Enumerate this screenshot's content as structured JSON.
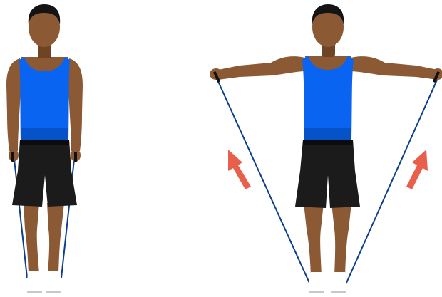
{
  "illustration": {
    "subject": "resistance-band-lateral-raise",
    "figures": [
      {
        "id": "start",
        "arms": "down"
      },
      {
        "id": "end",
        "arms": "raised"
      }
    ],
    "arrows": [
      {
        "direction": "up-left"
      },
      {
        "direction": "up-right"
      }
    ]
  },
  "colors": {
    "background": "#ffffff",
    "skin": "#8b5a34",
    "skin_shadow": "#6e4424",
    "hair": "#141414",
    "tank_top": "#0a64f2",
    "tank_top_shadow": "#0652c8",
    "shorts": "#1b1b1b",
    "shorts_shadow": "#0c0c0c",
    "shoe": "#ffffff",
    "shoe_sole": "#c9c9c9",
    "band": "#0b3f8a",
    "handle": "#111111",
    "arrow": "#e8604b"
  }
}
